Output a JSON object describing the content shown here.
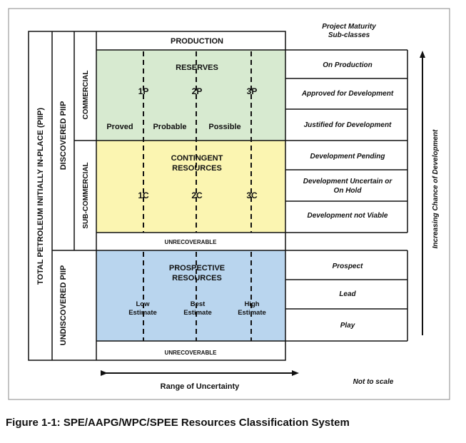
{
  "diagram": {
    "left_labels": {
      "total_piip": "TOTAL PETROLEUM INITIALLY IN-PLACE (PIIP)",
      "discovered_piip": "DISCOVERED PIIP",
      "undiscovered_piip": "UNDISCOVERED PIIP",
      "commercial": "COMMERCIAL",
      "sub_commercial": "SUB-COMMERCIAL"
    },
    "production": "PRODUCTION",
    "reserves": {
      "title": "RESERVES",
      "markers": [
        "1P",
        "2P",
        "3P"
      ],
      "categories": [
        "Proved",
        "Probable",
        "Possible"
      ],
      "color": "#d7ead0"
    },
    "contingent": {
      "title_line1": "CONTINGENT",
      "title_line2": "RESOURCES",
      "markers": [
        "1C",
        "2C",
        "3C"
      ],
      "color": "#fbf5b1"
    },
    "unrecoverable_1": "UNRECOVERABLE",
    "prospective": {
      "title_line1": "PROSPECTIVE",
      "title_line2": "RESOURCES",
      "estimates": [
        {
          "line1": "Low",
          "line2": "Estimate"
        },
        {
          "line1": "Best",
          "line2": "Estimate"
        },
        {
          "line1": "High",
          "line2": "Estimate"
        }
      ],
      "color": "#b9d5ee"
    },
    "unrecoverable_2": "UNRECOVERABLE",
    "maturity_header": {
      "line1": "Project Maturity",
      "line2": "Sub-classes"
    },
    "sub_classes": [
      {
        "line1": "On Production"
      },
      {
        "line1": "Approved for Development"
      },
      {
        "line1": "Justified for Development"
      },
      {
        "line1": "Development Pending"
      },
      {
        "line1": "Development Uncertain or",
        "line2": "On Hold"
      },
      {
        "line1": "Development not Viable"
      },
      {
        "line1": "Prospect"
      },
      {
        "line1": "Lead"
      },
      {
        "line1": "Play"
      }
    ],
    "arrow_label": "Increasing Chance of Development",
    "range_label": "Range of Uncertainty",
    "scale_note": "Not to scale"
  },
  "caption": "Figure 1-1: SPE/AAPG/WPC/SPEE Resources Classification System"
}
